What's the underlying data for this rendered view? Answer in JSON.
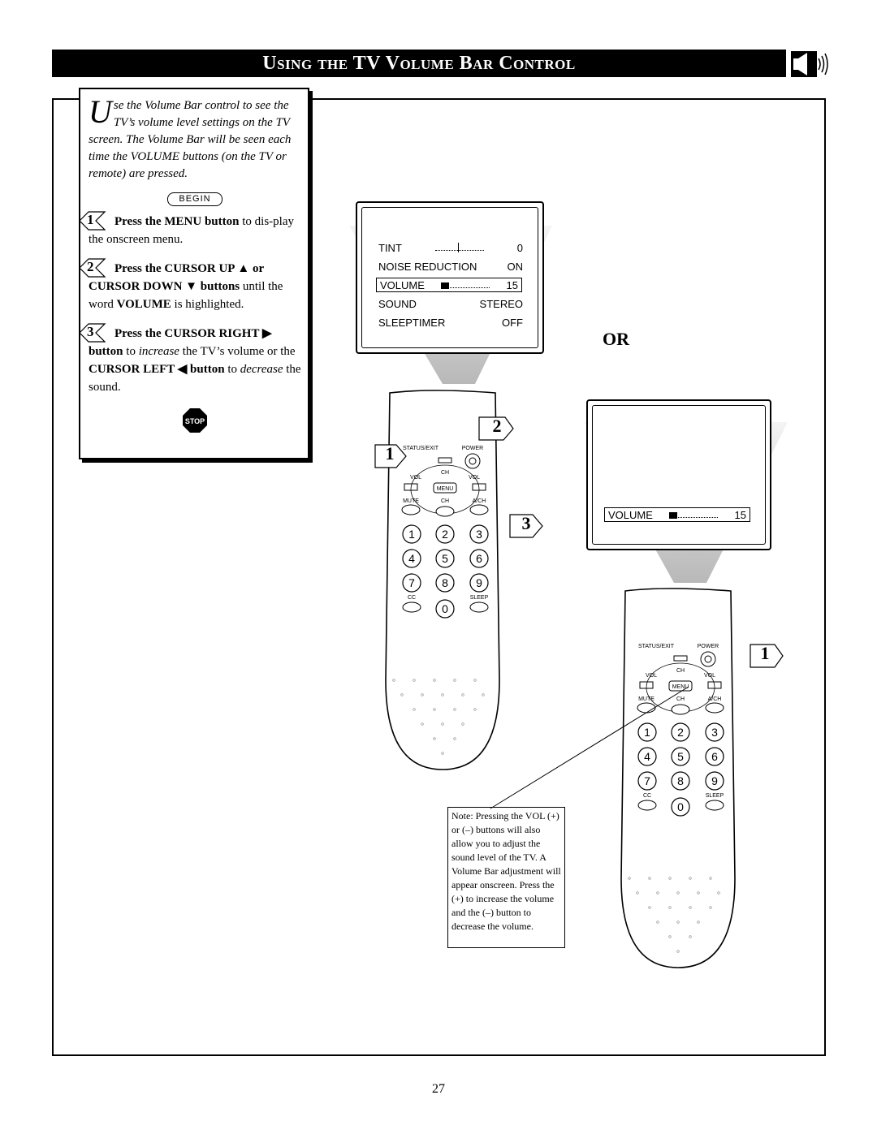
{
  "title": "Using the TV Volume Bar Control",
  "intro": {
    "dropcap": "U",
    "text": "se the Volume Bar control to see the TV’s volume level settings on the TV screen. The Volume Bar will be seen each time the VOLUME buttons (on the TV or remote) are pressed."
  },
  "begin_label": "BEGIN",
  "steps": [
    {
      "num": "1",
      "parts": [
        {
          "t": "Press the MENU button",
          "s": "b"
        },
        {
          "t": " to dis-play the onscreen menu.",
          "s": ""
        }
      ]
    },
    {
      "num": "2",
      "parts": [
        {
          "t": "Press the CURSOR UP ▲ or CURSOR DOWN ▼ buttons",
          "s": "b"
        },
        {
          "t": " until the word ",
          "s": ""
        },
        {
          "t": "VOLUME",
          "s": "b"
        },
        {
          "t": " is highlighted.",
          "s": ""
        }
      ]
    },
    {
      "num": "3",
      "parts": [
        {
          "t": "Press the CURSOR RIGHT ▶ button",
          "s": "b"
        },
        {
          "t": " to ",
          "s": ""
        },
        {
          "t": "increase",
          "s": "i"
        },
        {
          "t": " the TV’s volume or the ",
          "s": ""
        },
        {
          "t": "CURSOR LEFT ◀ button",
          "s": "b"
        },
        {
          "t": " to ",
          "s": ""
        },
        {
          "t": "decrease",
          "s": "i"
        },
        {
          "t": " the sound.",
          "s": ""
        }
      ]
    }
  ],
  "stop_label": "STOP",
  "onscreen_menu": [
    {
      "label": "TINT",
      "value": "0",
      "bar": "tint"
    },
    {
      "label": "NOISE REDUCTION",
      "value": "ON",
      "bar": ""
    },
    {
      "label": "VOLUME",
      "value": "15",
      "bar": "volume",
      "highlighted": true
    },
    {
      "label": "SOUND",
      "value": "STEREO",
      "bar": ""
    },
    {
      "label": "SLEEPTIMER",
      "value": "OFF",
      "bar": ""
    }
  ],
  "or_label": "OR",
  "volume_bar": {
    "label": "VOLUME",
    "value": "15"
  },
  "remote": {
    "status_exit": "STATUS/EXIT",
    "power": "POWER",
    "ch": "CH",
    "vol": "VOL",
    "menu": "MENU",
    "mute": "MUTE",
    "ach": "A/CH",
    "cc": "CC",
    "sleep": "SLEEP",
    "digits": [
      "1",
      "2",
      "3",
      "4",
      "5",
      "6",
      "7",
      "8",
      "9",
      "0"
    ]
  },
  "remote_callouts_left": [
    "1",
    "2",
    "3"
  ],
  "remote_callouts_right": [
    "1"
  ],
  "note": "Note: Pressing the VOL (+) or (–) buttons will also allow you to adjust the sound level of the TV. A Volume Bar adjustment will appear onscreen. Press the (+) to increase the volume and the (–) button to decrease the volume.",
  "page_number": "27"
}
